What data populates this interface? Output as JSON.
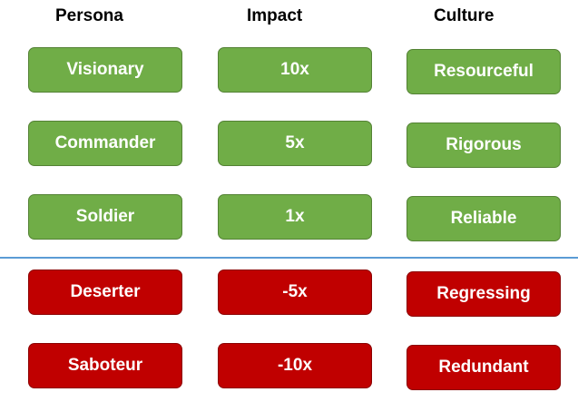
{
  "headers": {
    "persona": "Persona",
    "impact": "Impact",
    "culture": "Culture"
  },
  "rows": [
    {
      "persona": "Visionary",
      "impact": "10x",
      "culture": "Resourceful",
      "status": "positive"
    },
    {
      "persona": "Commander",
      "impact": "5x",
      "culture": "Rigorous",
      "status": "positive"
    },
    {
      "persona": "Soldier",
      "impact": "1x",
      "culture": "Reliable",
      "status": "positive"
    },
    {
      "persona": "Deserter",
      "impact": "-5x",
      "culture": "Regressing",
      "status": "negative"
    },
    {
      "persona": "Saboteur",
      "impact": "-10x",
      "culture": "Redundant",
      "status": "negative"
    }
  ],
  "colors": {
    "positive": "#70ad47",
    "negative": "#c00000",
    "divider": "#5b9bd5"
  }
}
